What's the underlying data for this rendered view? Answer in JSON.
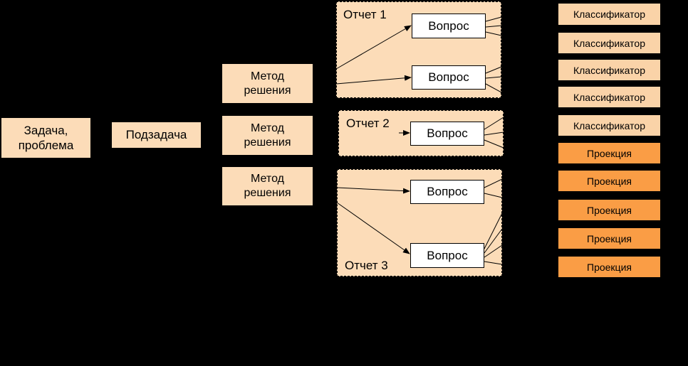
{
  "task": {
    "line1": "Задача,",
    "line2": "проблема"
  },
  "subtask": "Подзадача",
  "methods": [
    {
      "line1": "Метод",
      "line2": "решения"
    },
    {
      "line1": "Метод",
      "line2": "решения"
    },
    {
      "line1": "Метод",
      "line2": "решения"
    }
  ],
  "reports": [
    "Отчет 1",
    "Отчет 2",
    "Отчет 3"
  ],
  "question_label": "Вопрос",
  "classifiers": [
    "Классификатор",
    "Классификатор",
    "Классификатор",
    "Классификатор",
    "Классификатор"
  ],
  "projections": [
    "Проекция",
    "Проекция",
    "Проекция",
    "Проекция",
    "Проекция"
  ],
  "colors": {
    "background": "#000000",
    "peach": "#fcdcb8",
    "classifier": "#fad3a8",
    "projection": "#fa9d45"
  }
}
